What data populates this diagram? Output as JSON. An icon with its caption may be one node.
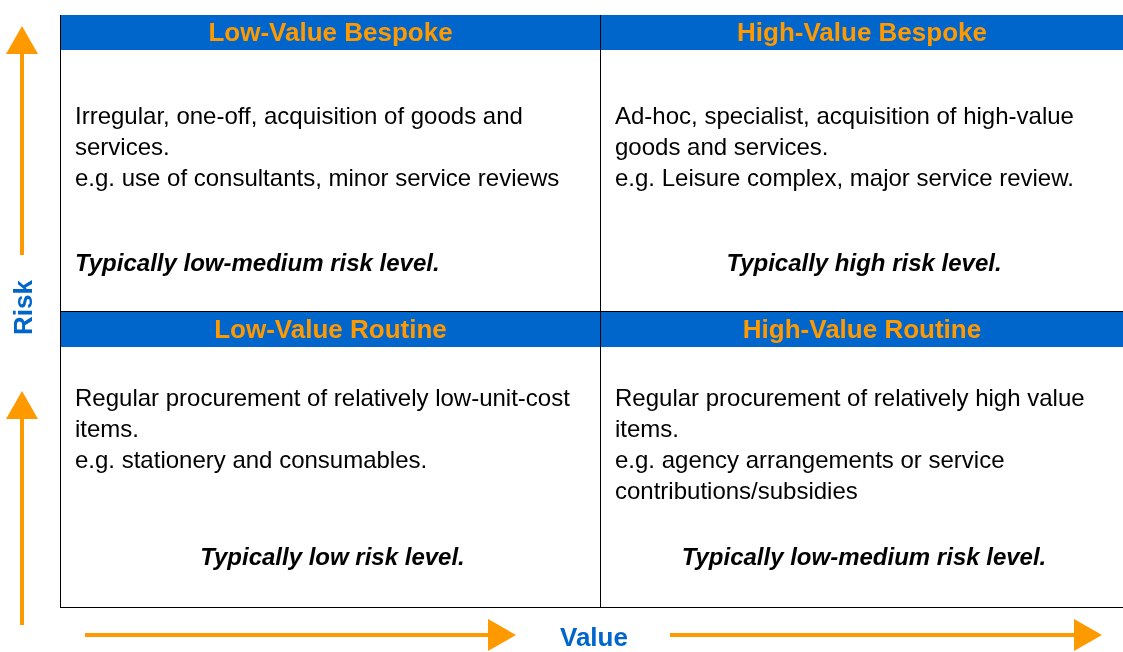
{
  "diagram": {
    "nodes": [
      {
        "text": [
          "Low-Value Bespoke",
          "Irregular, one-off, acquisition of goods and services.",
          "e.g. use of consultants, minor service reviews",
          "Typically low-medium risk level."
        ]
      },
      {
        "text": [
          "High-Value Bespoke",
          "Ad-hoc, specialist, acquisition of high-value goods and services.",
          "e.g. Leisure complex, major service review.",
          "Typically high risk level."
        ]
      },
      {
        "text": [
          "Low-Value Routine",
          "Regular procurement of relatively low-unit-cost items.",
          "e.g. stationery and consumables.",
          "Typically low risk level."
        ]
      },
      {
        "text": [
          "High-Value Routine",
          "Regular procurement of relatively high value items.",
          "e.g. agency arrangements or service contributions/subsidies",
          "Typically low-medium risk level."
        ]
      }
    ],
    "labels": [
      "Risk",
      "Value"
    ]
  }
}
